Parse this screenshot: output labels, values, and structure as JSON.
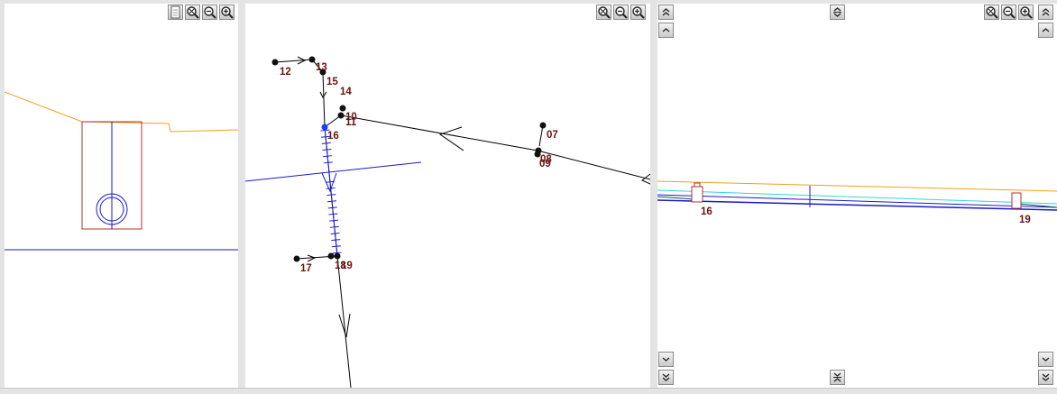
{
  "left_pane": {
    "toolbar": [
      "page-icon",
      "zoom-extents-icon",
      "zoom-out-icon",
      "zoom-in-icon"
    ]
  },
  "middle_pane": {
    "toolbar": [
      "zoom-extents-icon",
      "zoom-out-icon",
      "zoom-in-icon"
    ],
    "node_labels": {
      "n12": "12",
      "n13": "13",
      "n15": "15",
      "n14": "14",
      "n10": "10",
      "n11": "11",
      "n16": "16",
      "n07": "07",
      "n08": "08",
      "n09": "09",
      "n17": "17",
      "n18": "18",
      "n19": "19"
    }
  },
  "right_pane": {
    "toolbar": [
      "zoom-extents-icon",
      "zoom-out-icon",
      "zoom-in-icon",
      "scroll-up-double-icon"
    ],
    "node_labels": {
      "n16": "16",
      "n19": "19"
    }
  },
  "colors": {
    "terrain": "#f0a020",
    "pipe": "#1a1acc",
    "node_fill": "#111111",
    "selected_node": "#1a3cff",
    "label": "#6b1212",
    "manhole_outline": "#b03030",
    "water": "#38d4d4"
  }
}
